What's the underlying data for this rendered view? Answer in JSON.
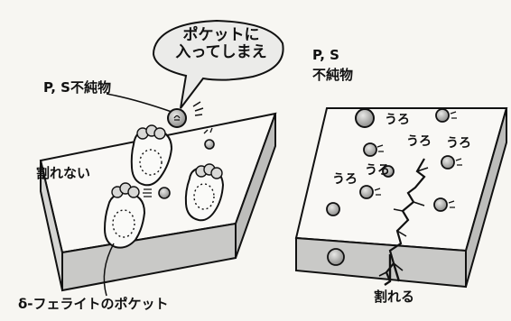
{
  "left": {
    "impurity_label": "P, S不純物",
    "speech_bubble_line1": "ポケットに",
    "speech_bubble_line2": "入ってしまえ",
    "side_label": "割れない",
    "bottom_label": "δ-フェライトのポケット"
  },
  "right": {
    "impurity_label_line1": "P, S",
    "impurity_label_line2": "不純物",
    "wander_labels": [
      "うろ",
      "うろ",
      "うろ",
      "うろ",
      "うろ"
    ],
    "crack_label": "割れる"
  },
  "colors": {
    "ink": "#111111",
    "paper": "#f7f6f2",
    "block_top": "#f9f8f5",
    "block_side": "#c9c9c7",
    "impurity_fill": "#a7a7a5"
  }
}
